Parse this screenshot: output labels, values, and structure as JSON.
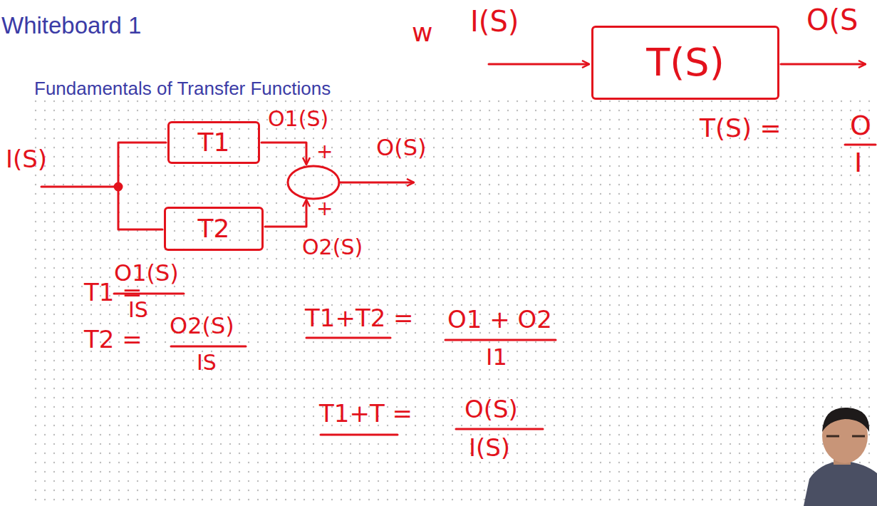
{
  "diagram": {
    "title": "Whiteboard 1",
    "nodes": [
      {
        "text": [
          "T(S)"
        ]
      },
      {
        "text": [
          "T1"
        ]
      },
      {
        "text": [
          "T2"
        ]
      }
    ],
    "labels": [
      "Fundamentals of Transfer Functions",
      "w",
      "I(S)",
      "O(S",
      "T(S) =",
      "O",
      "I",
      "I(S)",
      "O1(S)",
      "+",
      "+",
      "O2(S)",
      "O(S)",
      "T1 =",
      "O1(S)",
      "IS",
      "T2 =",
      "O2(S)",
      "IS",
      "T1+T2 =",
      "O1 + O2",
      "I1",
      "T1+T =",
      "O(S)",
      "I(S)"
    ]
  }
}
